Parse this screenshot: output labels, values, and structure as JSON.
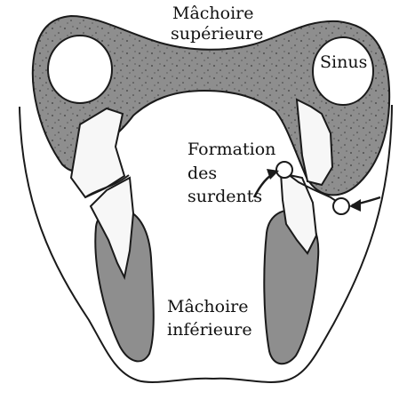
{
  "labels": {
    "upper_jaw": [
      "Mâchoire",
      "supérieure"
    ],
    "sinus": "Sinus",
    "formation": [
      "Formation",
      "des",
      "surdents"
    ],
    "lower_jaw": [
      "Mâchoire",
      "inférieure"
    ]
  },
  "colors": {
    "bone": "#8e8e8e",
    "bone_dark": "#4a4a4a",
    "tooth": "#f7f7f7",
    "outline": "#1a1a1a",
    "background": "#ffffff"
  }
}
